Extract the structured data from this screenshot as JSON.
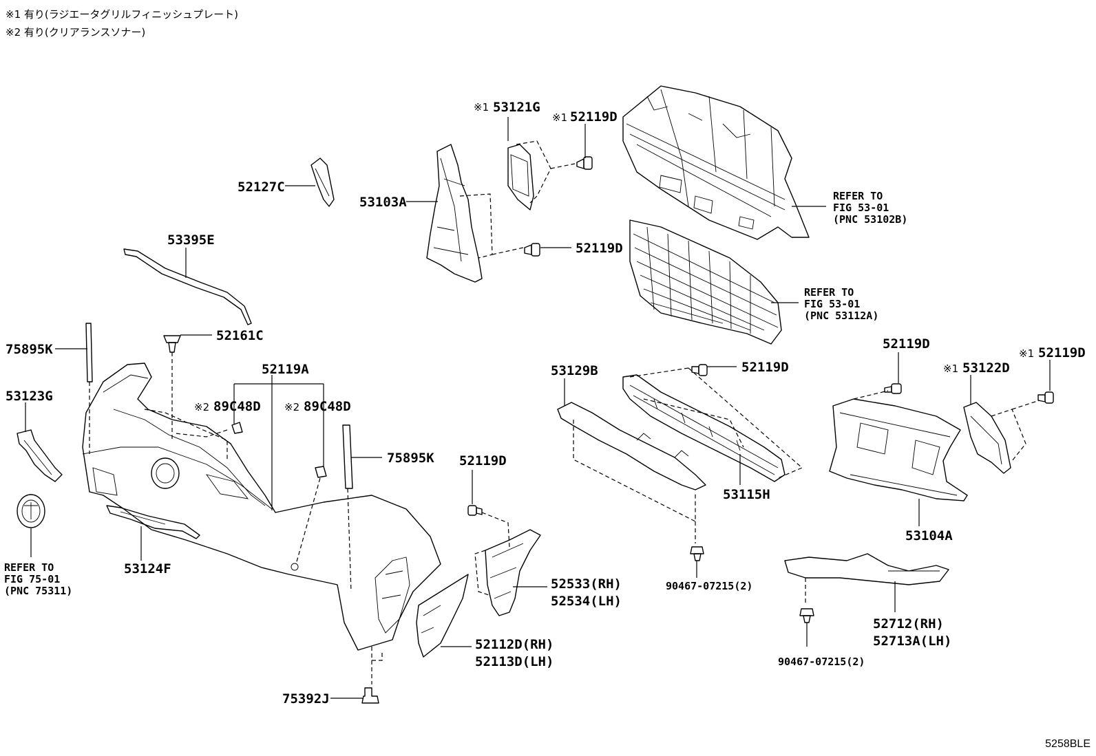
{
  "notes": [
    "※1 有り(ラジエータグリルフィニッシュプレート)",
    "※2 有り(クリアランスソナー)"
  ],
  "diagram_code": "5258BLE",
  "mark1": "※1",
  "mark2": "※2",
  "labels": {
    "p53121G": "53121G",
    "p52119D_top": "52119D",
    "p52127C": "52127C",
    "p53103A": "53103A",
    "p53395E": "53395E",
    "p52119D_mid": "52119D",
    "p52161C": "52161C",
    "p75895K_l": "75895K",
    "p52119A": "52119A",
    "p89C48D_l": "89C48D",
    "p89C48D_r": "89C48D",
    "p53123G": "53123G",
    "p75895K_r": "75895K",
    "p53124F": "53124F",
    "p52119D_c": "52119D",
    "p52533": "52533(RH)",
    "p52534": "52534(LH)",
    "p52112D": "52112D(RH)",
    "p52113D": "52113D(LH)",
    "p75392J": "75392J",
    "p53129B": "53129B",
    "p52119D_r1": "52119D",
    "p53115H": "53115H",
    "p90467_a": "90467-07215(2)",
    "p52119D_r2": "52119D",
    "p53122D": "53122D",
    "p52119D_r3": "52119D",
    "p53104A": "53104A",
    "p52712": "52712(RH)",
    "p52713A": "52713A(LH)",
    "p90467_b": "90467-07215(2)"
  },
  "refers": {
    "ref1": {
      "line1": "REFER TO",
      "line2": "FIG 53-01",
      "line3": "(PNC 53102B)"
    },
    "ref2": {
      "line1": "REFER TO",
      "line2": "FIG 53-01",
      "line3": "(PNC 53112A)"
    },
    "ref3": {
      "line1": "REFER TO",
      "line2": "FIG 75-01",
      "line3": "(PNC 75311)"
    }
  }
}
